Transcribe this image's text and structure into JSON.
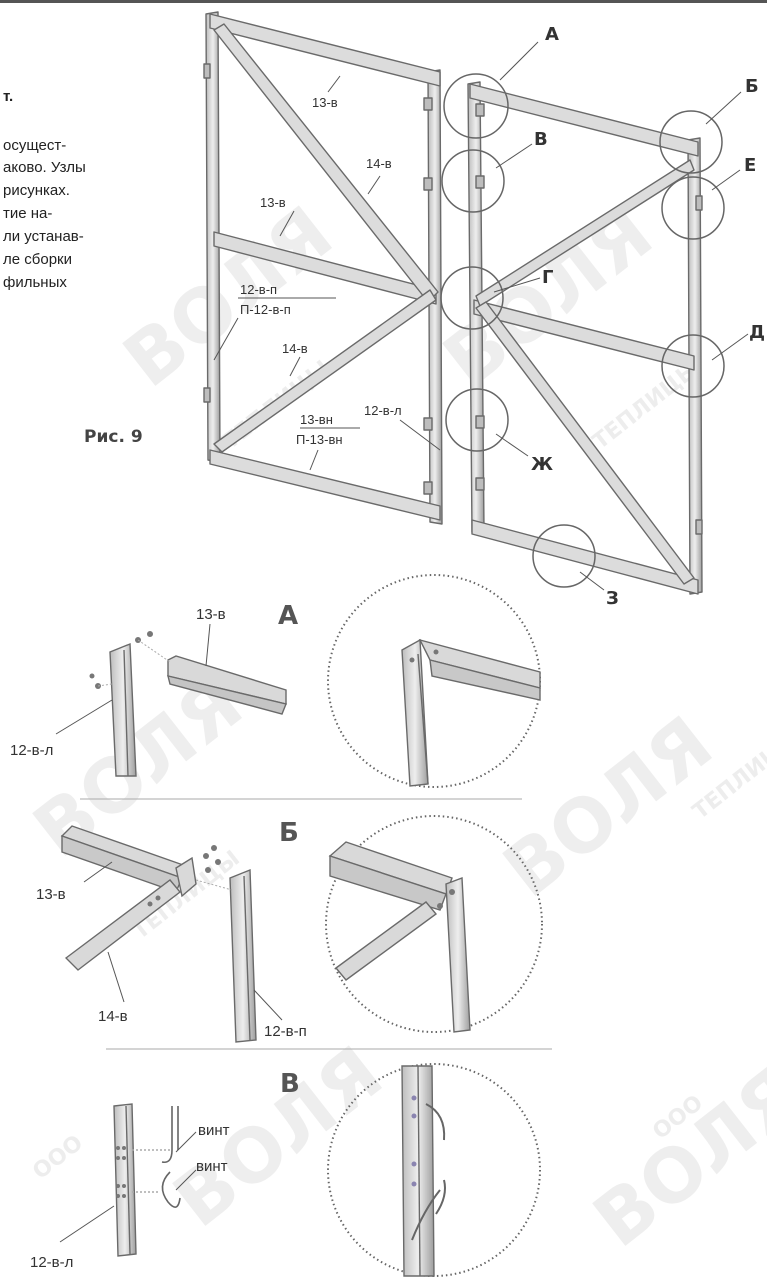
{
  "text_fragments": {
    "l1": "т.",
    "l2": "осущест-",
    "l3": "аково. Узлы",
    "l4": "рисунках.",
    "l5": "тие на-",
    "l6": "ли устанав-",
    "l7": "ле сборки",
    "l8": "фильных"
  },
  "figure_caption": "Рис. 9",
  "watermark": {
    "main": "ВОЛЯ",
    "sub": "ТЕПЛИЦЫ",
    "prefix": "ООО"
  },
  "main_figure": {
    "node_letters": {
      "a": "А",
      "b": "Б",
      "v": "В",
      "e": "Е",
      "g": "Г",
      "d": "Д",
      "zh": "Ж",
      "z": "З"
    },
    "part_labels": {
      "p13v_top": "13-в",
      "p14v_top": "14-в",
      "p13v_mid": "13-в",
      "p12vp": "12-в-п",
      "p12vp_alt": "П-12-в-п",
      "p14v_low": "14-в",
      "p13vn": "13-вн",
      "p13vn_alt": "П-13-вн",
      "p12vl": "12-в-л"
    }
  },
  "detail_a": {
    "letter": "А",
    "labels": {
      "top": "13-в",
      "side": "12-в-л"
    }
  },
  "detail_b": {
    "letter": "Б",
    "labels": {
      "top": "13-в",
      "bottom": "14-в",
      "post": "12-в-п"
    }
  },
  "detail_v": {
    "letter": "В",
    "labels": {
      "screw1": "винт",
      "screw2": "винт",
      "post": "12-в-л"
    }
  },
  "colors": {
    "frame_fill": "#d9d9d9",
    "frame_stroke": "#6a6a6a",
    "circle": "#666666"
  }
}
